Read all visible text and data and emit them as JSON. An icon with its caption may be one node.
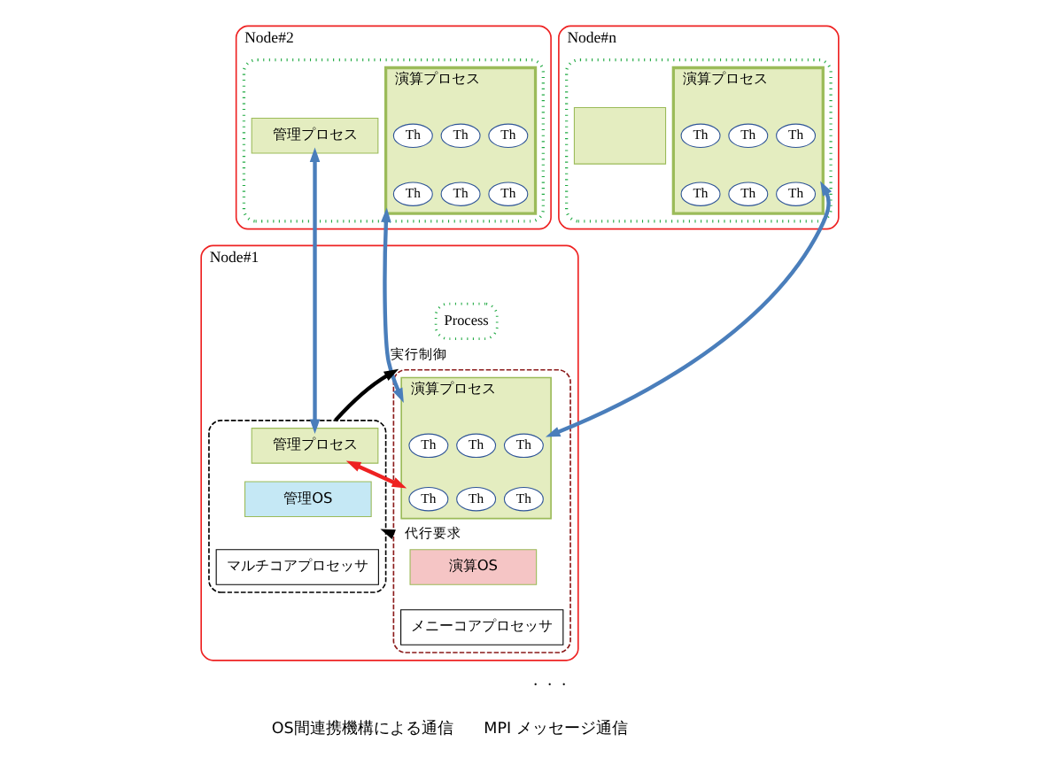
{
  "diagram": {
    "nodes": [
      {
        "text": [
          "Node#n"
        ]
      },
      {
        "text": [],
        "shape": "box",
        "in": 0
      },
      {
        "text": [],
        "shape": "box",
        "in": 1
      },
      {
        "text": [
          "演算プロセス"
        ],
        "in": 1
      },
      {
        "text": [
          "Th"
        ],
        "in": 3
      },
      {
        "text": [
          "Th"
        ],
        "in": 3
      },
      {
        "text": [
          "Th"
        ],
        "in": 3
      },
      {
        "text": [
          "Th"
        ],
        "in": 3
      },
      {
        "text": [
          "Th"
        ],
        "in": 3
      },
      {
        "text": [
          "Th"
        ],
        "in": 3
      },
      {
        "text": [
          "Node#2"
        ]
      },
      {
        "text": [],
        "shape": "box",
        "in": 10
      },
      {
        "text": [
          "管理プロセス"
        ],
        "in": 11
      },
      {
        "text": [
          "演算プロセス"
        ],
        "in": 11
      },
      {
        "text": [
          "Th"
        ],
        "in": 13
      },
      {
        "text": [
          "Th"
        ],
        "in": 13
      },
      {
        "text": [
          "Th"
        ],
        "in": 13
      },
      {
        "text": [
          "Th"
        ],
        "in": 13
      },
      {
        "text": [
          "Th"
        ],
        "in": 13
      },
      {
        "text": [
          "Th"
        ],
        "in": 13
      },
      {
        "text": [
          "Node#1"
        ]
      },
      {
        "text": [
          "Process"
        ],
        "in": 20
      },
      {
        "text": [],
        "shape": "box",
        "in": 20
      },
      {
        "text": [
          "管理プロセス"
        ],
        "in": 22
      },
      {
        "text": [
          "管理OS"
        ],
        "in": 22
      },
      {
        "text": [
          "マルチコアプロセッサ"
        ],
        "in": 22
      },
      {
        "text": [],
        "shape": "box",
        "in": 20
      },
      {
        "text": [
          "演算プロセス"
        ],
        "in": 26
      },
      {
        "text": [
          "Th"
        ],
        "in": 27
      },
      {
        "text": [
          "Th"
        ],
        "in": 27
      },
      {
        "text": [
          "Th"
        ],
        "in": 27
      },
      {
        "text": [
          "Th"
        ],
        "in": 27
      },
      {
        "text": [
          "Th"
        ],
        "in": 27
      },
      {
        "text": [
          "Th"
        ],
        "in": 27
      },
      {
        "text": [
          "演算OS"
        ],
        "in": 26
      },
      {
        "text": [
          "メニーコアプロセッサ"
        ],
        "in": 26
      }
    ],
    "edges": [
      {
        "from": 12,
        "to": 23,
        "arrow": "both",
        "color": "#4a7ebb"
      },
      {
        "from": 13,
        "to": 27,
        "arrow": "both",
        "color": "#4a7ebb"
      },
      {
        "from": 3,
        "to": 27,
        "arrow": "both",
        "color": "#4a7ebb"
      },
      {
        "from": 22,
        "to": 26,
        "arrow": "to",
        "label": "実行制御",
        "color": "#000000"
      },
      {
        "from": 23,
        "to": 27,
        "arrow": "both",
        "color": "#ee2222"
      },
      {
        "from": 26,
        "to": 22,
        "arrow": "to",
        "label": "代行要求",
        "color": "#000000"
      }
    ],
    "labels": [
      "・・・"
    ],
    "legend": [
      {
        "text": "OS間連携機構による通信"
      },
      {
        "text": "MPI メッセージ通信"
      }
    ]
  }
}
